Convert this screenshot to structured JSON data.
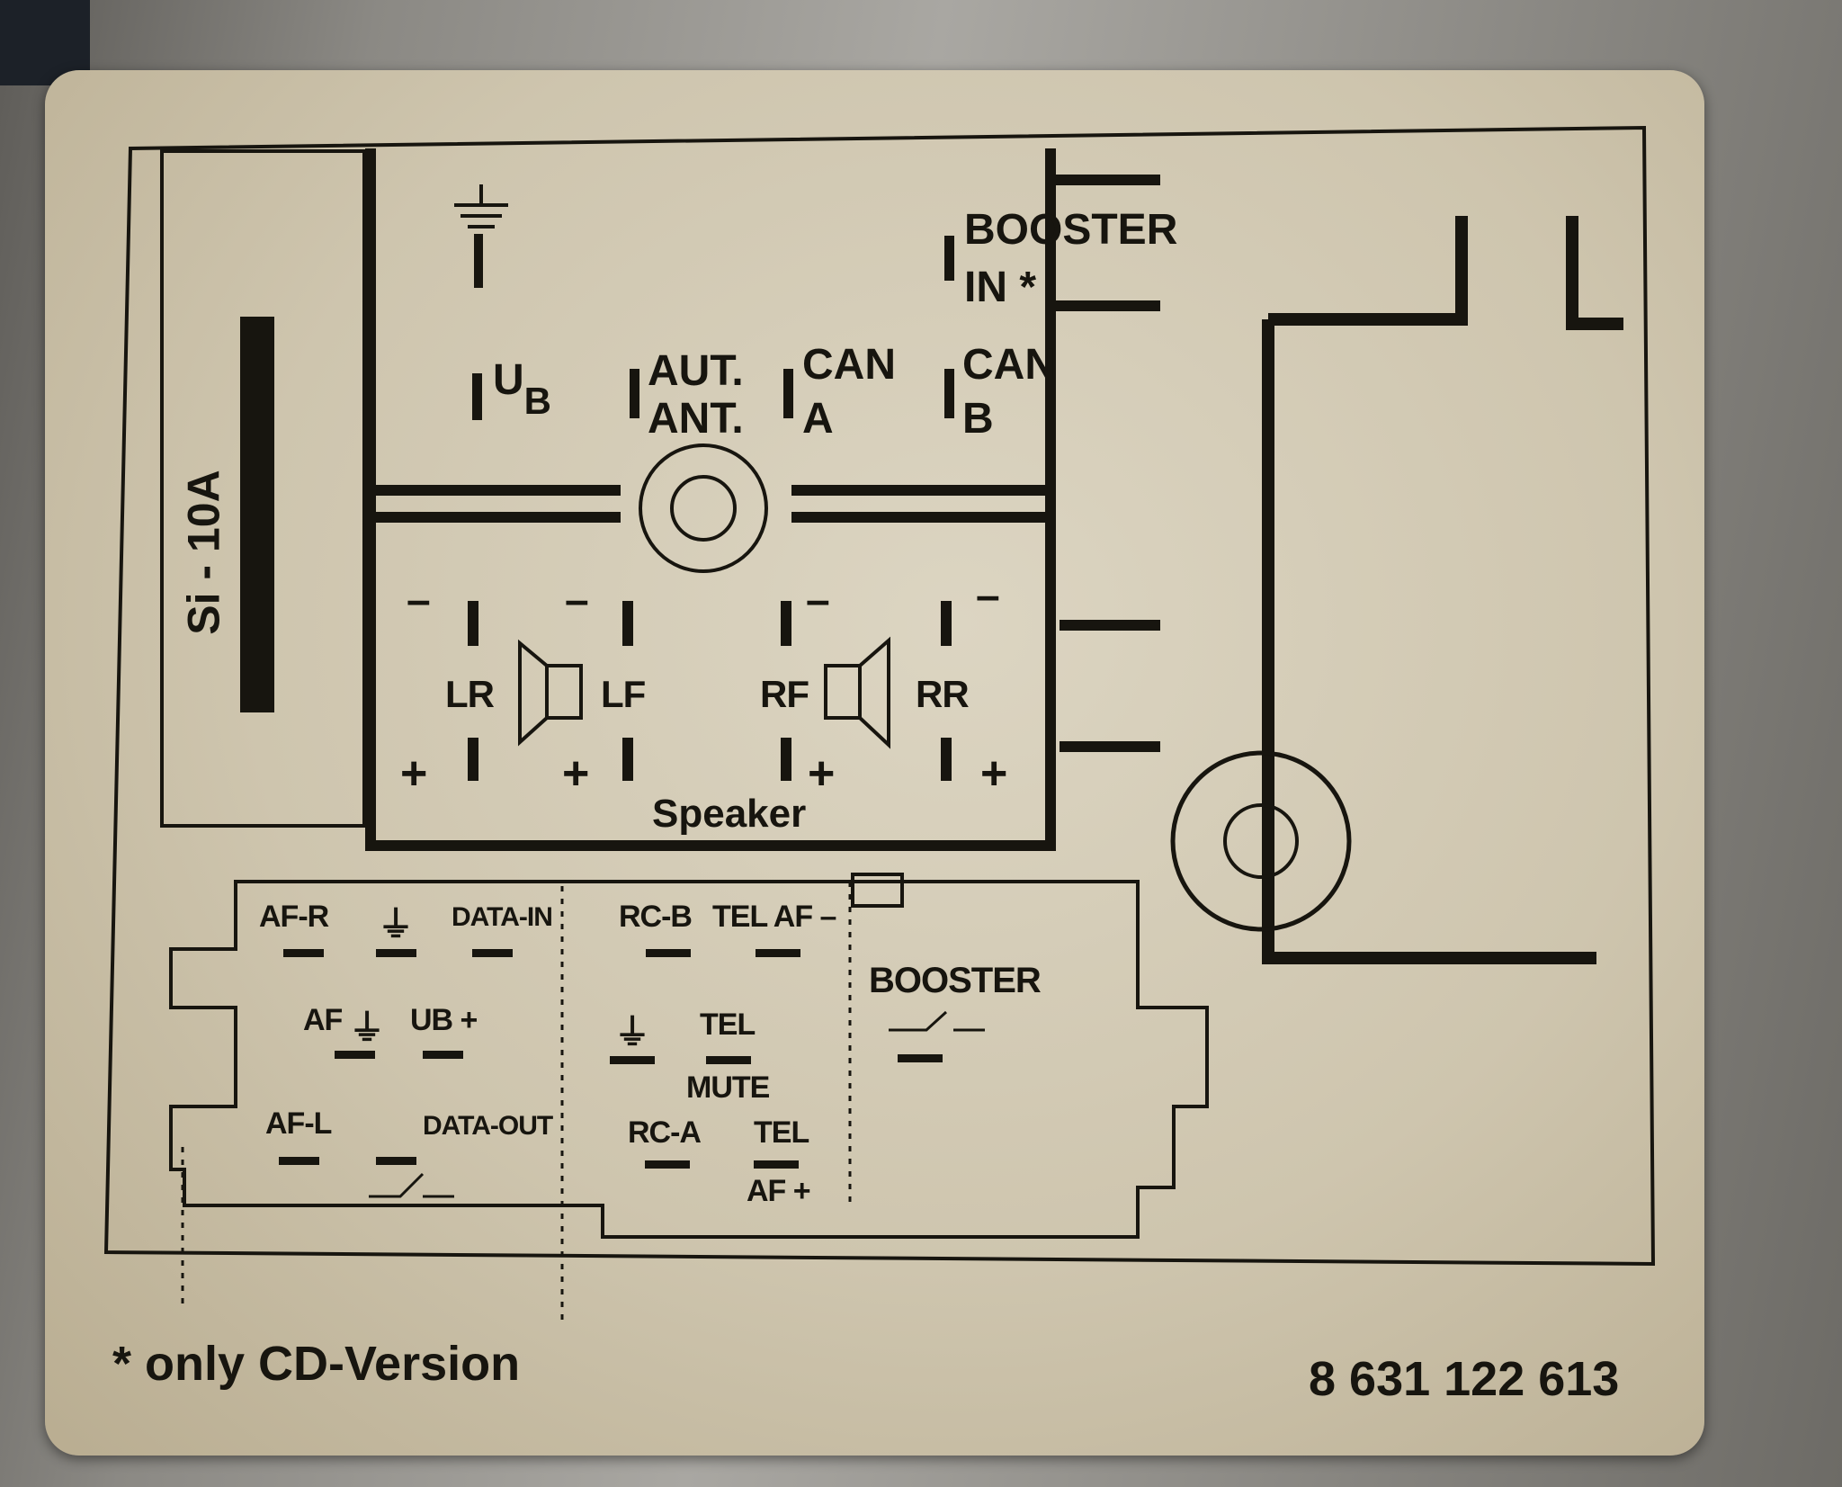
{
  "fuse_label": "Si - 10A",
  "top_labels": {
    "ub": "U",
    "ub_sub": "B",
    "aut": "AUT.",
    "ant": "ANT.",
    "can_a_1": "CAN",
    "can_a_2": "A",
    "can_b_1": "CAN",
    "can_b_2": "B",
    "booster_in_1": "BOOSTER",
    "booster_in_2": "IN *"
  },
  "speaker_labels": {
    "lr": "LR",
    "lf": "LF",
    "rf": "RF",
    "rr": "RR",
    "plus": "+",
    "minus": "–",
    "speaker": "Speaker"
  },
  "connector_labels": {
    "af_r": "AF-R",
    "data_in": "DATA-IN",
    "af_gnd": "AF",
    "ub_plus": "UB +",
    "af_l": "AF-L",
    "data_out": "DATA-OUT",
    "rc_b": "RC-B",
    "tel_af_minus": "TEL AF –",
    "tel": "TEL",
    "mute": "MUTE",
    "rc_a": "RC-A",
    "tel_af_plus_1": "TEL",
    "tel_af_plus_2": "AF +",
    "booster": "BOOSTER"
  },
  "footer": {
    "note": "* only CD-Version",
    "part_number": "8 631 122 613"
  },
  "colors": {
    "ink": "#17150f",
    "sticker": "#d4ccb6",
    "metal": "#8b8984"
  },
  "icons": [
    "ground-icon",
    "antenna-socket-icon",
    "speaker-icon",
    "switch-icon"
  ]
}
